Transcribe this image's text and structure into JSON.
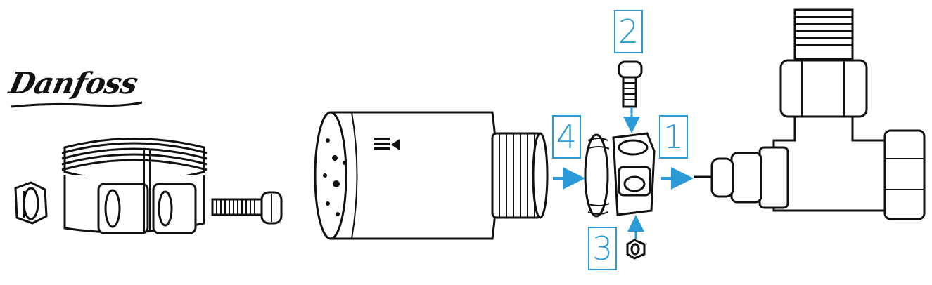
{
  "logo": {
    "brand": "Danfoss"
  },
  "steps": {
    "step_1": "1",
    "step_2": "2",
    "step_3": "3",
    "step_4": "4"
  },
  "colors": {
    "accent": "#2b9ad6",
    "line": "#111111",
    "fill": "#ffffff"
  },
  "parts": [
    {
      "name": "nut-part"
    },
    {
      "name": "adapter-ring-part"
    },
    {
      "name": "screw-part"
    },
    {
      "name": "thermostat-head-part"
    },
    {
      "name": "small-adapter-part"
    },
    {
      "name": "radiator-valve-part"
    }
  ]
}
